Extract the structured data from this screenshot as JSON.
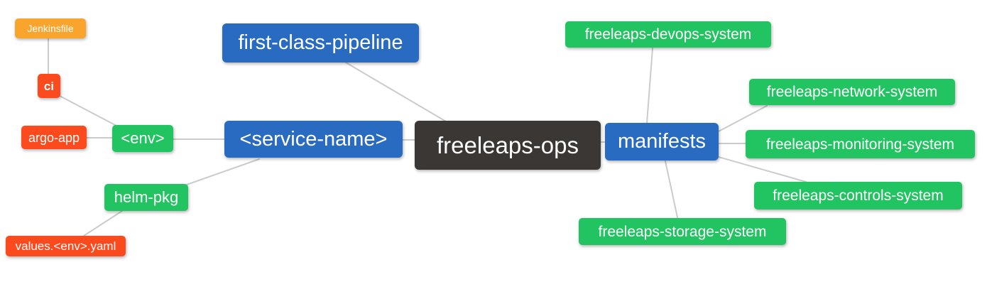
{
  "diagram": {
    "type": "mindmap",
    "root_label": "freeleaps-ops",
    "palette": {
      "root_bg": "#3b3734",
      "branch_blue_bg": "#2a6bc2",
      "leaf_green_bg": "#22c361",
      "leaf_red_bg": "#fa4a1e",
      "leaf_orange_bg": "#f9a42c",
      "edge_color": "#cbcbcb",
      "text_color": "#ffffff"
    },
    "nodes": {
      "freeleaps_ops": {
        "label": "freeleaps-ops"
      },
      "first_class_pipeline": {
        "label": "first-class-pipeline"
      },
      "service_name": {
        "label": "<service-name>"
      },
      "manifests": {
        "label": "manifests"
      },
      "env": {
        "label": "<env>"
      },
      "helm_pkg": {
        "label": "helm-pkg"
      },
      "ci": {
        "label": "ci"
      },
      "argo_app": {
        "label": "argo-app"
      },
      "jenkinsfile": {
        "label": "Jenkinsfile"
      },
      "values_env_yaml": {
        "label": "values.<env>.yaml"
      },
      "devops_system": {
        "label": "freeleaps-devops-system"
      },
      "network_system": {
        "label": "freeleaps-network-system"
      },
      "monitoring_system": {
        "label": "freeleaps-monitoring-system"
      },
      "controls_system": {
        "label": "freeleaps-controls-system"
      },
      "storage_system": {
        "label": "freeleaps-storage-system"
      }
    },
    "edges": [
      {
        "from": "Jenkinsfile",
        "to": "ci"
      },
      {
        "from": "ci",
        "to": "<env>"
      },
      {
        "from": "argo-app",
        "to": "<env>"
      },
      {
        "from": "<env>",
        "to": "<service-name>"
      },
      {
        "from": "helm-pkg",
        "to": "<service-name>"
      },
      {
        "from": "values.<env>.yaml",
        "to": "helm-pkg"
      },
      {
        "from": "<service-name>",
        "to": "freeleaps-ops"
      },
      {
        "from": "first-class-pipeline",
        "to": "freeleaps-ops"
      },
      {
        "from": "freeleaps-ops",
        "to": "manifests"
      },
      {
        "from": "manifests",
        "to": "freeleaps-devops-system"
      },
      {
        "from": "manifests",
        "to": "freeleaps-network-system"
      },
      {
        "from": "manifests",
        "to": "freeleaps-monitoring-system"
      },
      {
        "from": "manifests",
        "to": "freeleaps-controls-system"
      },
      {
        "from": "manifests",
        "to": "freeleaps-storage-system"
      }
    ]
  }
}
